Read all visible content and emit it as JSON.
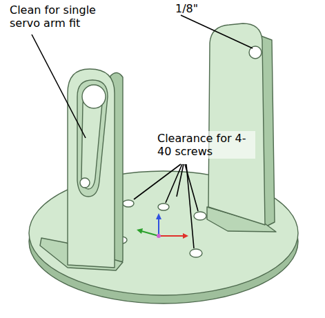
{
  "diagram": {
    "labels": [
      "Clean for single servo arm fit",
      "1/8\"",
      "Clearance for 4-40 screws"
    ]
  }
}
